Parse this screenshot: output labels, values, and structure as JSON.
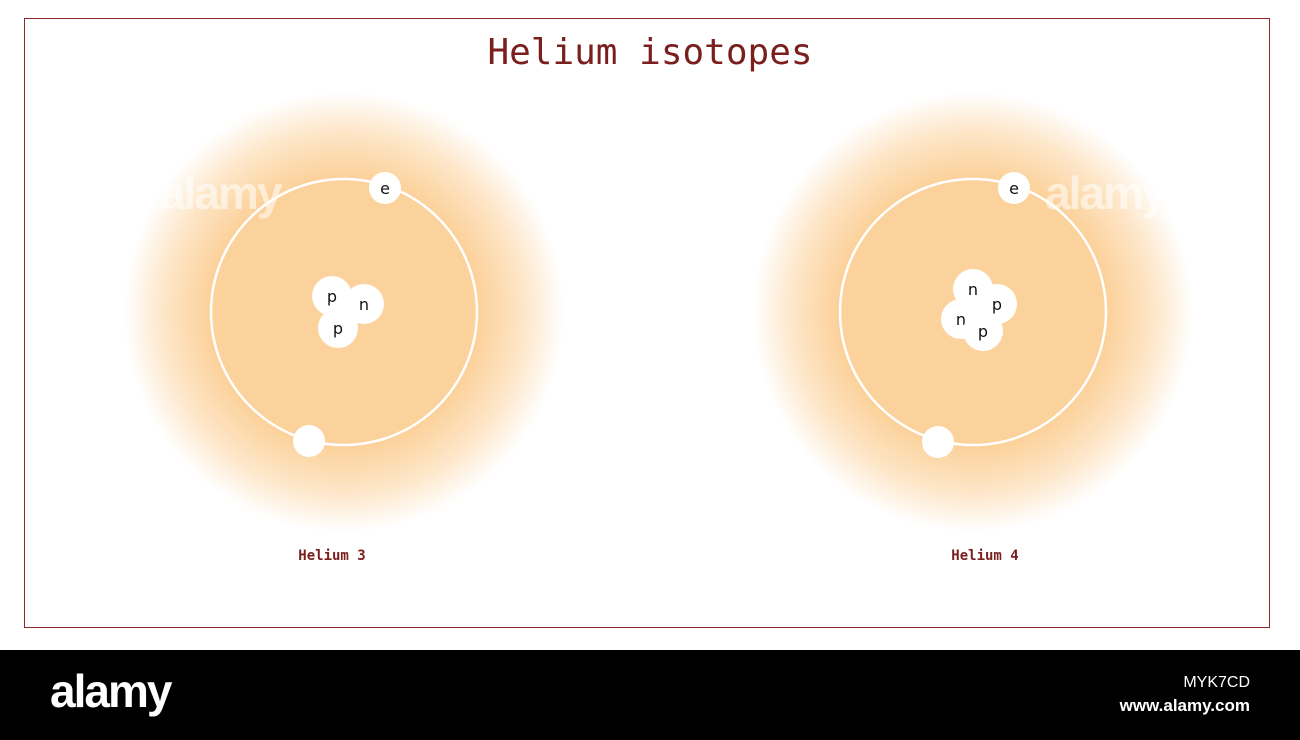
{
  "title": "Helium isotopes",
  "colors": {
    "frame": "#8c2a2a",
    "title": "#7a1e1e",
    "cloud": "#fcd29c",
    "orbit": "#ffffff",
    "particle": "#ffffff",
    "particle_text": "#111111"
  },
  "atoms": [
    {
      "label": "Helium 3",
      "electron_label": "e",
      "nucleus": [
        {
          "symbol": "p"
        },
        {
          "symbol": "n"
        },
        {
          "symbol": "p"
        }
      ]
    },
    {
      "label": "Helium 4",
      "electron_label": "e",
      "nucleus": [
        {
          "symbol": "n"
        },
        {
          "symbol": "p"
        },
        {
          "symbol": "n"
        },
        {
          "symbol": "p"
        }
      ]
    }
  ],
  "watermark": {
    "logo": "alamy",
    "image_id": "MYK7CD",
    "url": "www.alamy.com"
  }
}
